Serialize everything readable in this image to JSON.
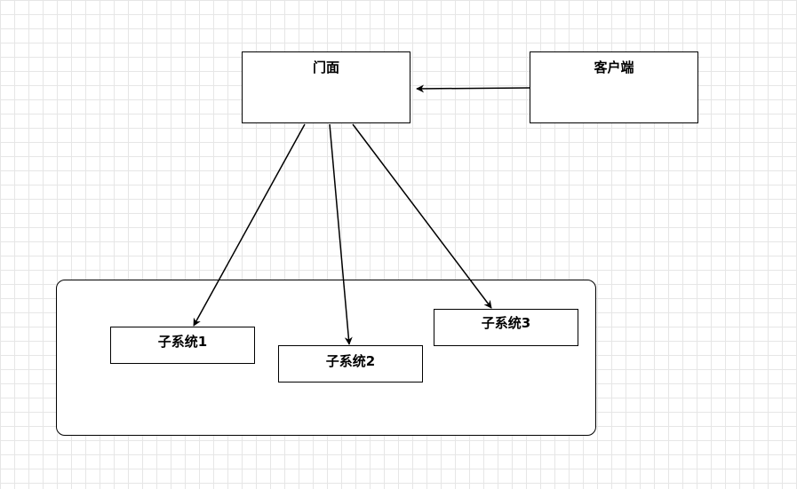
{
  "diagram": {
    "nodes": {
      "facade": {
        "label": "门面"
      },
      "client": {
        "label": "客户端"
      },
      "subsystem1": {
        "label": "子系统1"
      },
      "subsystem2": {
        "label": "子系统2"
      },
      "subsystem3": {
        "label": "子系统3"
      }
    },
    "edges": [
      {
        "from": "client",
        "to": "facade"
      },
      {
        "from": "facade",
        "to": "subsystem1"
      },
      {
        "from": "facade",
        "to": "subsystem2"
      },
      {
        "from": "facade",
        "to": "subsystem3"
      }
    ]
  }
}
